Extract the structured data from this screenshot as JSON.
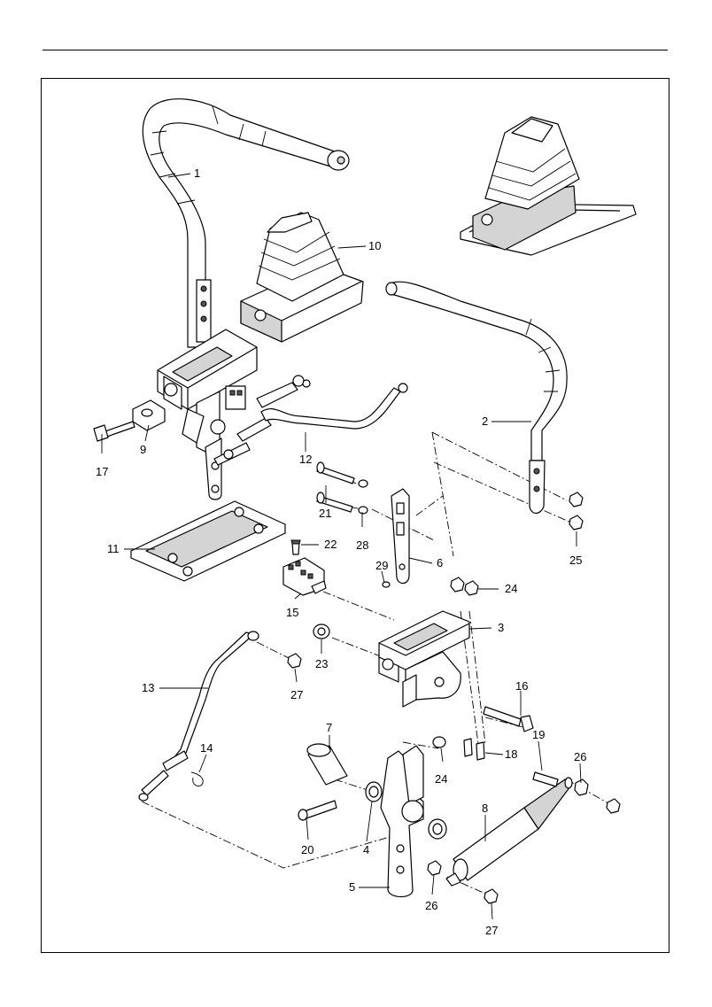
{
  "diagram": {
    "type": "exploded-parts-diagram",
    "callouts": [
      "1",
      "2",
      "3",
      "4",
      "5",
      "6",
      "7",
      "8",
      "9",
      "10",
      "11",
      "12",
      "13",
      "14",
      "15",
      "16",
      "17",
      "18",
      "19",
      "20",
      "21",
      "22",
      "23",
      "24",
      "24",
      "25",
      "26",
      "26",
      "27",
      "27",
      "28",
      "29"
    ]
  }
}
